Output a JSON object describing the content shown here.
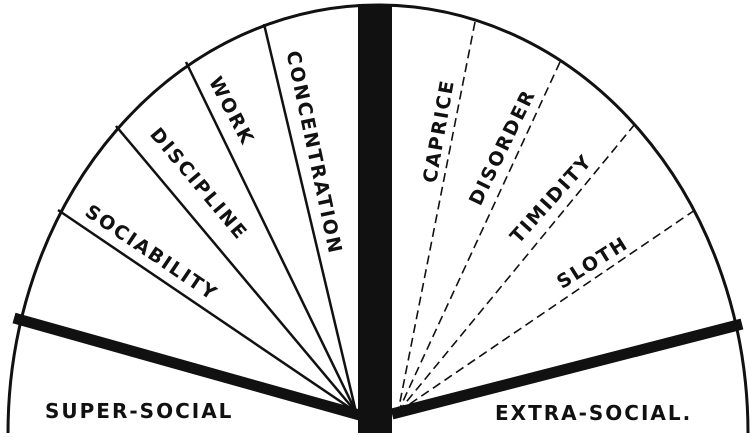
{
  "diagram": {
    "left_sectors": [
      "SOCIABILITY",
      "DISCIPLINE",
      "WORK",
      "CONCENTRATION"
    ],
    "right_sectors": [
      "CAPRICE",
      "DISORDER",
      "TIMIDITY",
      "SLOTH"
    ],
    "bottom_left_label": "SUPER-SOCIAL",
    "bottom_right_label": "EXTRA-SOCIAL."
  },
  "colors": {
    "ink": "#111111",
    "background": "#ffffff"
  }
}
